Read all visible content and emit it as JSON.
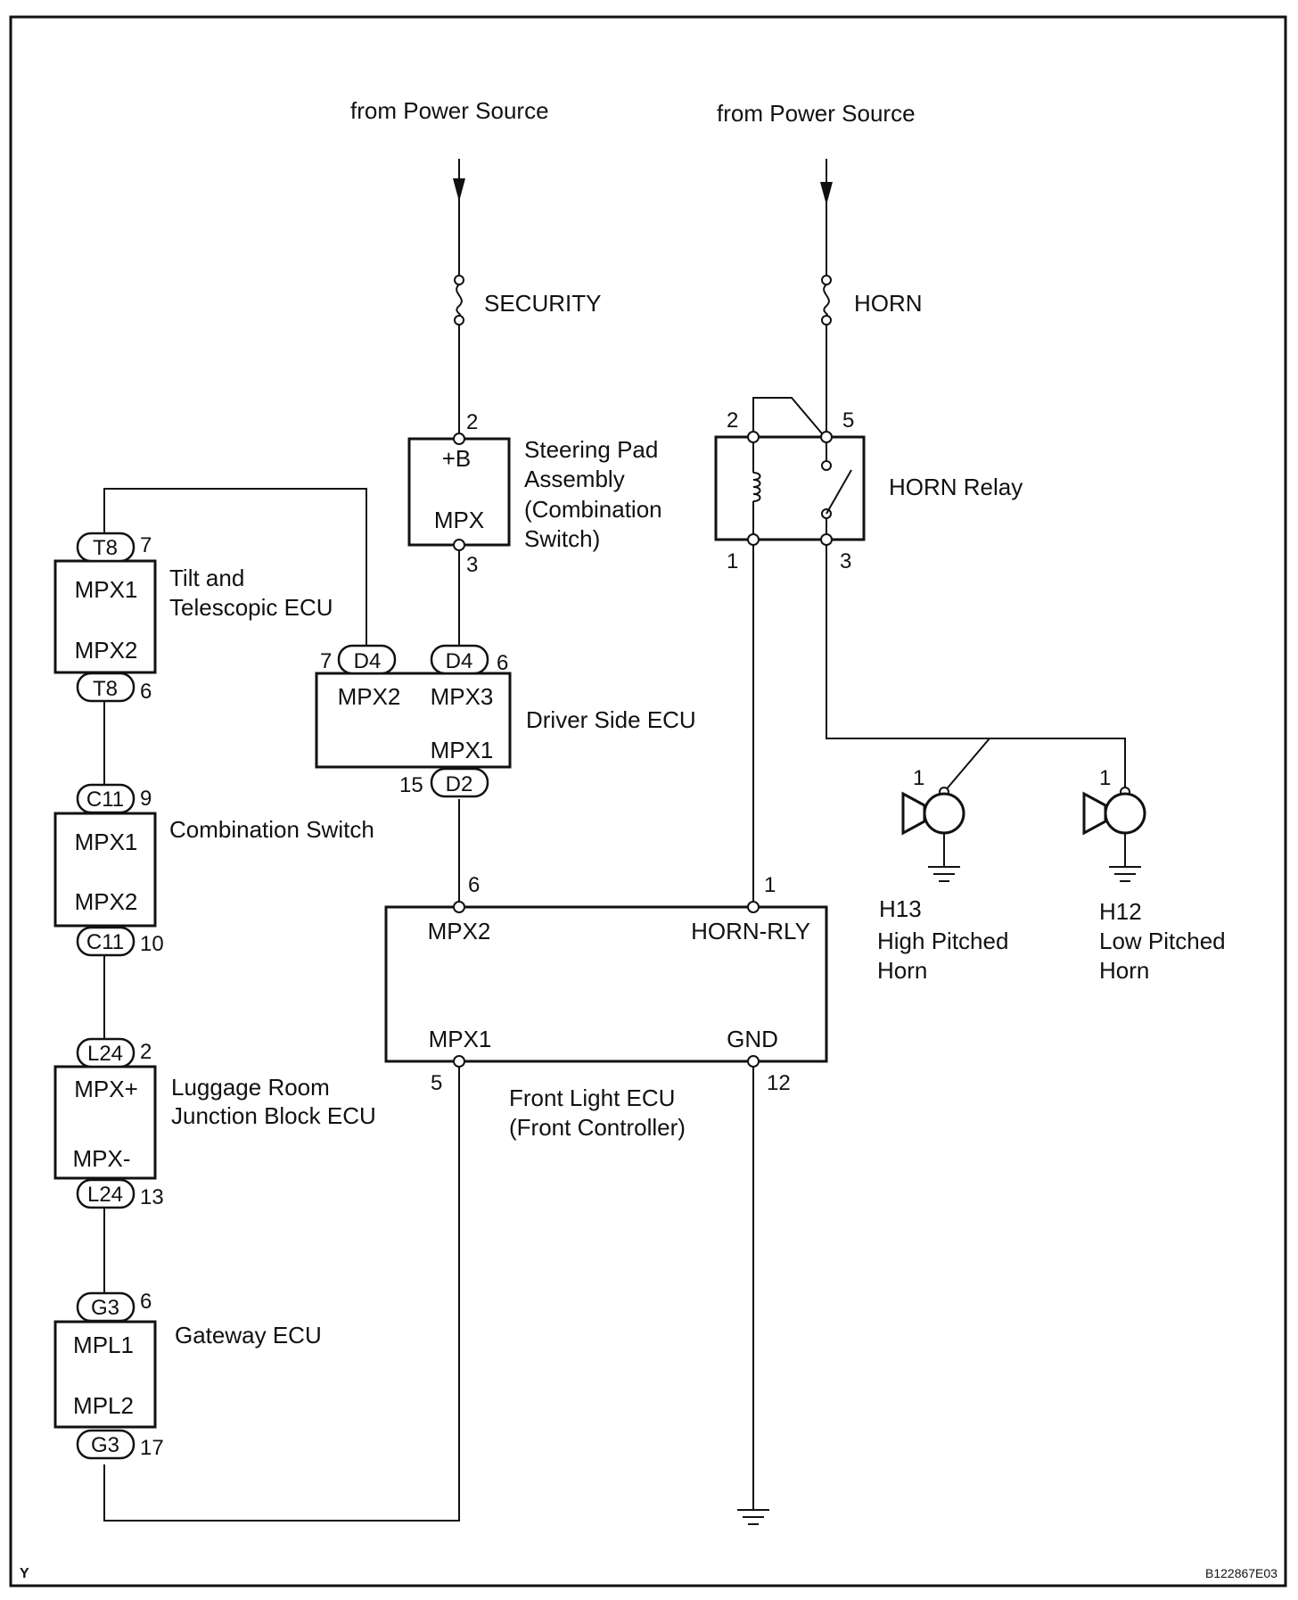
{
  "diagram": {
    "power_source_left": "from Power Source",
    "power_source_right": "from Power Source",
    "fuse_security": "SECURITY",
    "fuse_horn": "HORN",
    "steering_pad": {
      "name_lines": [
        "Steering Pad",
        "Assembly",
        "(Combination",
        "Switch)"
      ],
      "terminal_b": "+B",
      "terminal_mpx": "MPX",
      "pin_top": "2",
      "pin_bottom": "3"
    },
    "horn_relay": {
      "name": "HORN Relay",
      "pins": [
        "2",
        "5",
        "1",
        "3"
      ]
    },
    "tilt_ecu": {
      "name_lines": [
        "Tilt and",
        "Telescopic ECU"
      ],
      "terminals": [
        "MPX1",
        "MPX2"
      ],
      "connector": "T8",
      "pin_top": "7",
      "pin_bottom": "6"
    },
    "driver_ecu": {
      "name": "Driver Side ECU",
      "terminals": [
        "MPX2",
        "MPX3",
        "MPX1"
      ],
      "connector_top": "D4",
      "pin_top_left": "7",
      "pin_top_right": "6",
      "connector_bottom": "D2",
      "pin_bottom": "15"
    },
    "combination_switch": {
      "name": "Combination Switch",
      "terminals": [
        "MPX1",
        "MPX2"
      ],
      "connector": "C11",
      "pin_top": "9",
      "pin_bottom": "10"
    },
    "luggage_ecu": {
      "name_lines": [
        "Luggage Room",
        "Junction Block ECU"
      ],
      "terminals": [
        "MPX+",
        "MPX-"
      ],
      "connector": "L24",
      "pin_top": "2",
      "pin_bottom": "13"
    },
    "gateway_ecu": {
      "name": "Gateway ECU",
      "terminals": [
        "MPL1",
        "MPL2"
      ],
      "connector": "G3",
      "pin_top": "6",
      "pin_bottom": "17"
    },
    "front_light_ecu": {
      "name_lines": [
        "Front Light ECU",
        "(Front Controller)"
      ],
      "terminals": [
        "MPX2",
        "HORN-RLY",
        "MPX1",
        "GND"
      ],
      "pins": [
        "6",
        "1",
        "5",
        "12"
      ]
    },
    "horn_high": {
      "pin": "1",
      "name_lines": [
        "H13",
        "High Pitched",
        "Horn"
      ]
    },
    "horn_low": {
      "pin": "1",
      "name_lines": [
        "H12",
        "Low Pitched",
        "Horn"
      ]
    },
    "corner_left": "Y",
    "corner_right": "B122867E03"
  }
}
